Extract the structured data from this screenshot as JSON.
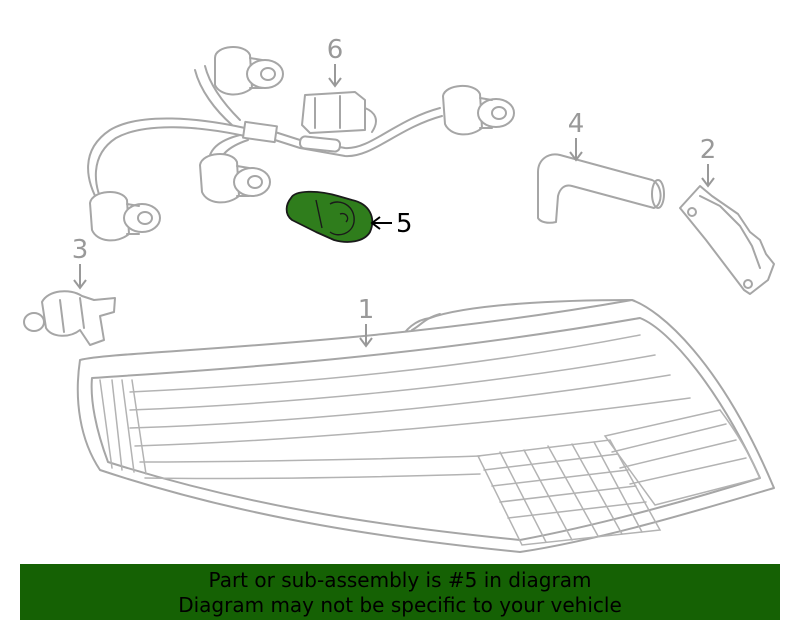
{
  "callouts": {
    "one": "1",
    "two": "2",
    "three": "3",
    "four": "4",
    "five": "5",
    "six": "6"
  },
  "highlighted_part": "5",
  "highlight_color": "#2f7d1c",
  "banner": {
    "line1": "Part or sub-assembly is #5 in diagram",
    "line2": "Diagram may not be specific to your vehicle",
    "background": "#156104"
  }
}
